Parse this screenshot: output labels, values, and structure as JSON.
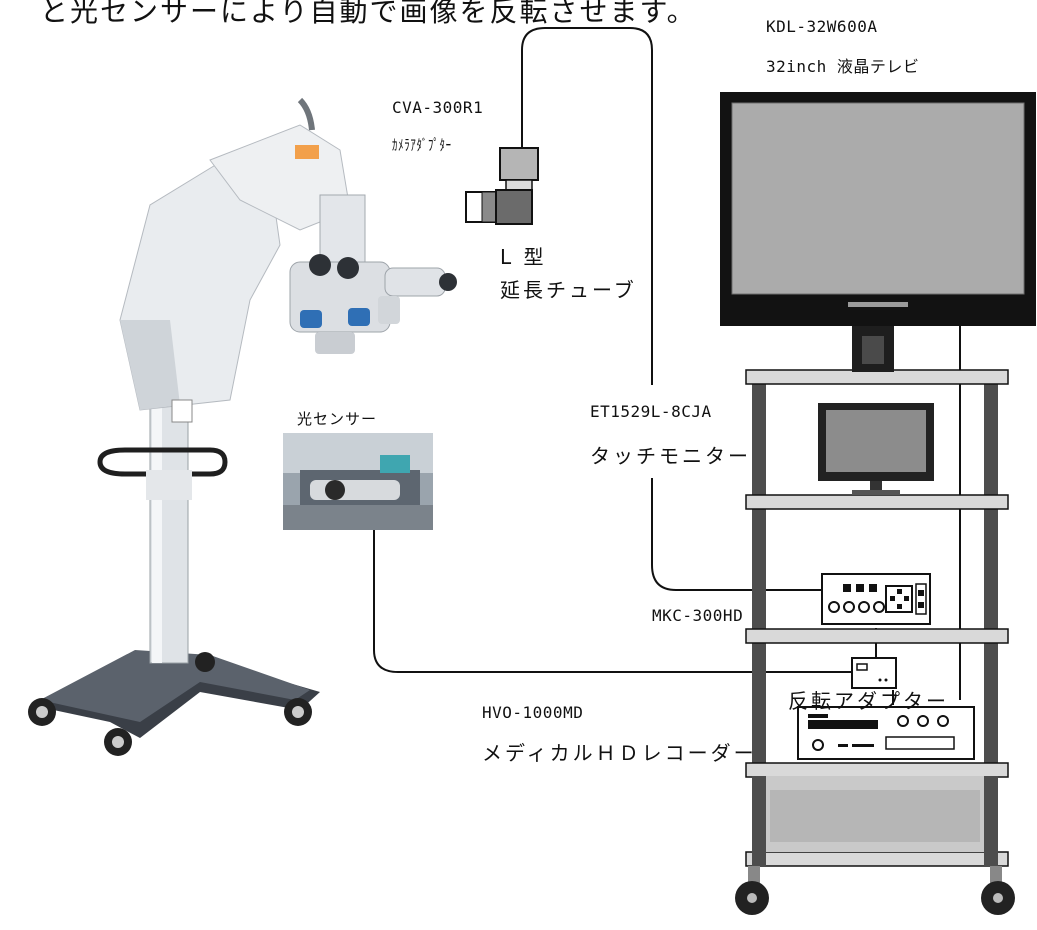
{
  "caption": "と光センサーにより自動で画像を反転させます。",
  "tv": {
    "model": "KDL-32W600A",
    "desc": "32inch 液晶テレビ"
  },
  "camera_adapter": {
    "model": "CVA-300R1",
    "desc": "ｶﾒﾗｱﾀﾞﾌﾟﾀｰ"
  },
  "l_tube": {
    "line1": "L 型",
    "line2": "延長チューブ"
  },
  "sensor": {
    "label": "光センサー"
  },
  "touch_monitor": {
    "model": "ET1529L-8CJA",
    "desc": "タッチモニター"
  },
  "controller": {
    "model": "MKC-300HD"
  },
  "flip_adapter": {
    "label": "反転アダプター"
  },
  "recorder": {
    "model": "HVO-1000MD",
    "desc": "メディカルＨＤレコーダー"
  }
}
